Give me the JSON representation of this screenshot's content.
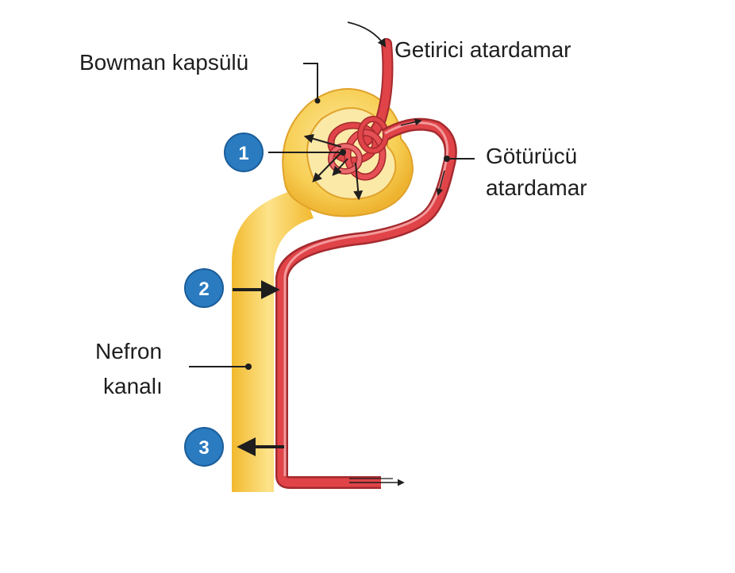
{
  "labels": {
    "bowman": "Bowman kapsülü",
    "afferent": "Getirici atardamar",
    "efferent_line1": "Götürücü",
    "efferent_line2": "atardamar",
    "tubule_line1": "Nefron",
    "tubule_line2": "kanalı"
  },
  "markers": [
    {
      "id": "1"
    },
    {
      "id": "2"
    },
    {
      "id": "3"
    }
  ],
  "colors": {
    "tubule": "#f5c842",
    "capsule": "#f7cf55",
    "vessel": "#d93b3f",
    "vessel_light": "#f08a8a",
    "marker": "#2a7bc0"
  }
}
